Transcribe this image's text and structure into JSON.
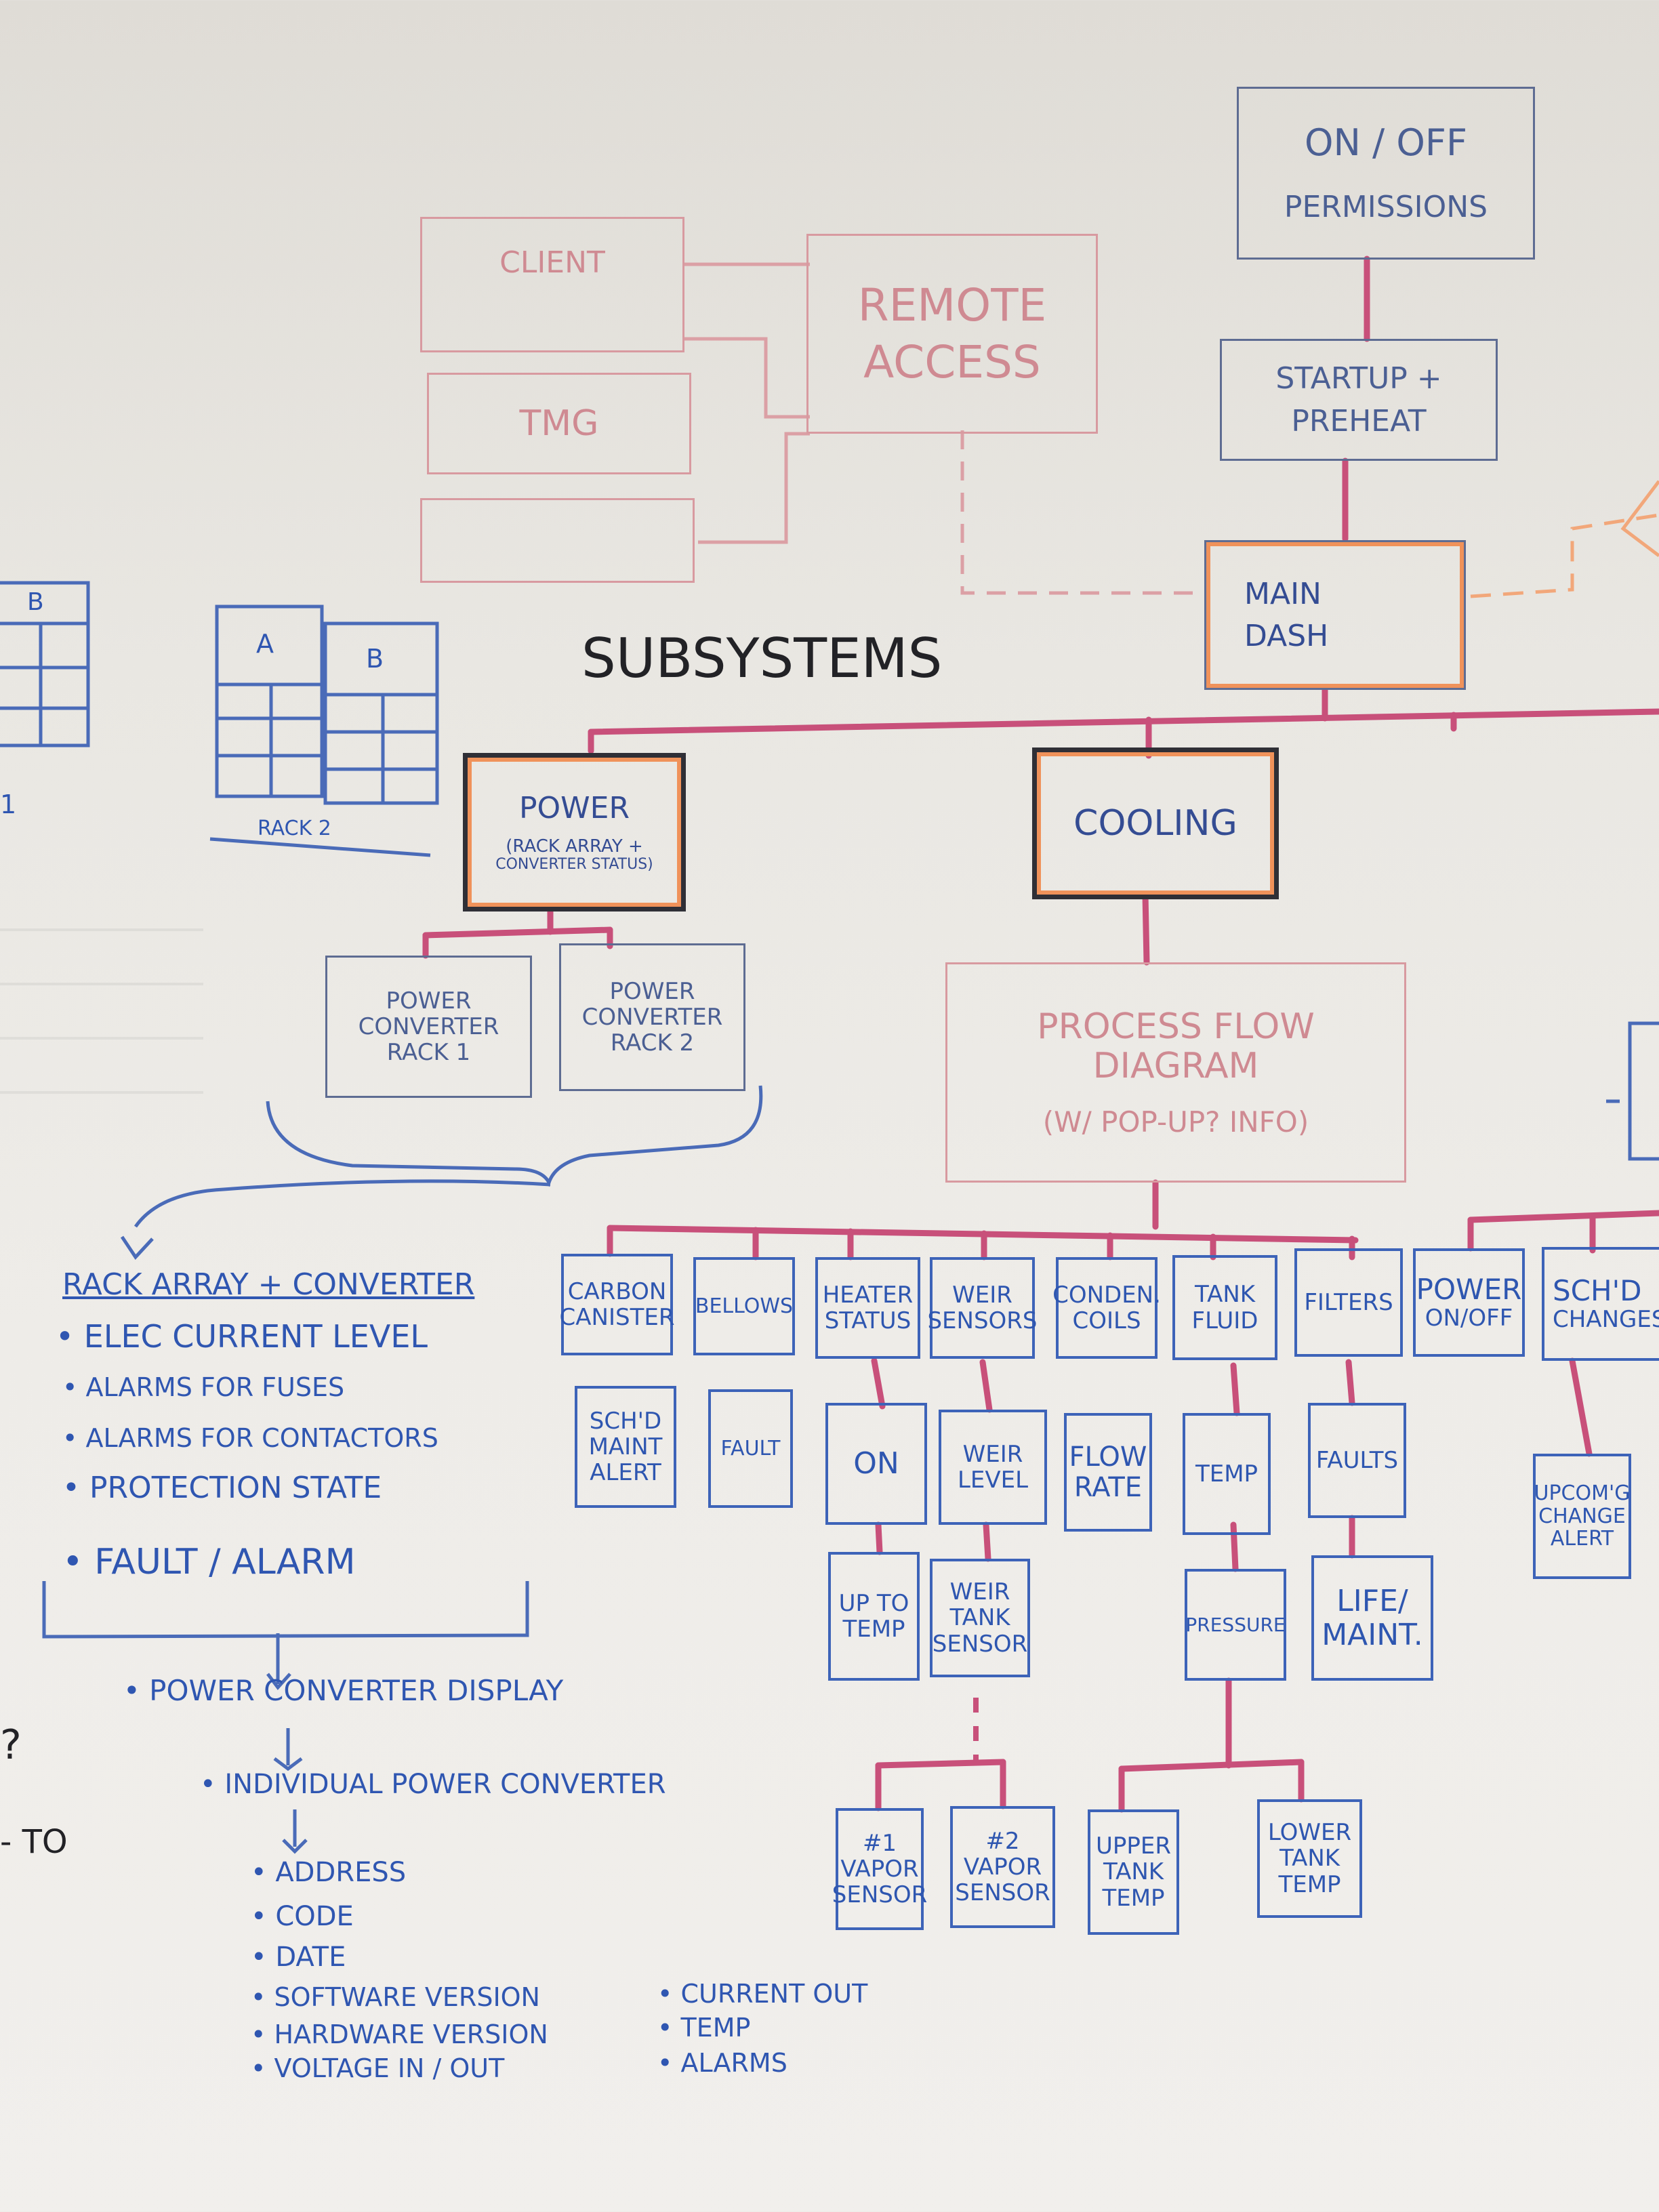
{
  "top_boxes": {
    "on_off": [
      "ON / OFF",
      "PERMISSIONS"
    ],
    "startup": [
      "STARTUP +",
      "PREHEAT"
    ],
    "main_dash": [
      "MAIN",
      "DASH"
    ]
  },
  "remote": {
    "client": "CLIENT",
    "tmg": "TMG",
    "remote_access": [
      "REMOTE",
      "ACCESS"
    ]
  },
  "subsystems_heading": "SUBSYSTEMS",
  "racks": {
    "left_rack_label": "B",
    "rack_a_label": "A",
    "rack_b_label": "B",
    "rack2_label": "RACK 2",
    "edge_fragment": "1"
  },
  "power": {
    "title": "POWER",
    "subtitle": [
      "(RACK ARRAY +",
      "CONVERTER STATUS)"
    ],
    "rack1": [
      "POWER",
      "CONVERTER",
      "RACK 1"
    ],
    "rack2": [
      "POWER",
      "CONVERTER",
      "RACK 2"
    ]
  },
  "cooling": {
    "title": "COOLING",
    "process_flow": [
      "PROCESS FLOW",
      "DIAGRAM",
      "(W/ POP-UP? INFO)"
    ]
  },
  "cooling_items": [
    {
      "label": [
        "CARBON",
        "CANISTER"
      ]
    },
    {
      "label": [
        "BELLOWS"
      ]
    },
    {
      "label": [
        "HEATER",
        "STATUS"
      ]
    },
    {
      "label": [
        "WEIR",
        "SENSORS"
      ]
    },
    {
      "label": [
        "CONDEN.",
        "COILS"
      ]
    },
    {
      "label": [
        "TANK",
        "FLUID"
      ]
    },
    {
      "label": [
        "FILTERS"
      ]
    },
    {
      "label": [
        "POWER",
        "ON/OFF"
      ]
    },
    {
      "label": [
        "SCH'D",
        "CHANGES"
      ]
    }
  ],
  "second_row": {
    "schd_maint": [
      "SCH'D",
      "MAINT",
      "ALERT"
    ],
    "fault": "FAULT",
    "on": "ON",
    "weir_level": [
      "WEIR",
      "LEVEL"
    ],
    "flow_rate": [
      "FLOW",
      "RATE"
    ],
    "temp": "TEMP",
    "faults": "FAULTS",
    "upcoming": [
      "UPCOM'G",
      "CHANGE",
      "ALERT"
    ]
  },
  "third_row": {
    "up_to_temp": [
      "UP TO",
      "TEMP"
    ],
    "weir_tank": [
      "WEIR",
      "TANK",
      "SENSOR"
    ],
    "pressure": "PRESSURE",
    "life_maint": [
      "LIFE/",
      "MAINT."
    ]
  },
  "fourth_row": {
    "vapor1": [
      "#1",
      "VAPOR",
      "SENSOR"
    ],
    "vapor2": [
      "#2",
      "VAPOR",
      "SENSOR"
    ],
    "upper_tank": [
      "UPPER",
      "TANK",
      "TEMP"
    ],
    "lower_tank": [
      "LOWER",
      "TANK",
      "TEMP"
    ]
  },
  "notes": {
    "heading": "RACK ARRAY + CONVERTER",
    "items": [
      "ELEC CURRENT LEVEL",
      "ALARMS FOR FUSES",
      "ALARMS FOR CONTACTORS",
      "PROTECTION STATE",
      "FAULT / ALARM"
    ],
    "display": "POWER CONVERTER DISPLAY",
    "individual": "INDIVIDUAL POWER CONVERTER",
    "details_left": [
      "ADDRESS",
      "CODE",
      "DATE",
      "SOFTWARE VERSION",
      "HARDWARE VERSION",
      "VOLTAGE IN / OUT"
    ],
    "details_right": [
      "CURRENT OUT",
      "TEMP",
      "ALARMS"
    ]
  },
  "edge_text": {
    "question": "?",
    "to": "- TO"
  },
  "colors": {
    "blue_marker": "#3d63b8",
    "red_marker": "#c8507a",
    "orange_marker": "#f0925a",
    "black_marker": "#2f2f36"
  }
}
